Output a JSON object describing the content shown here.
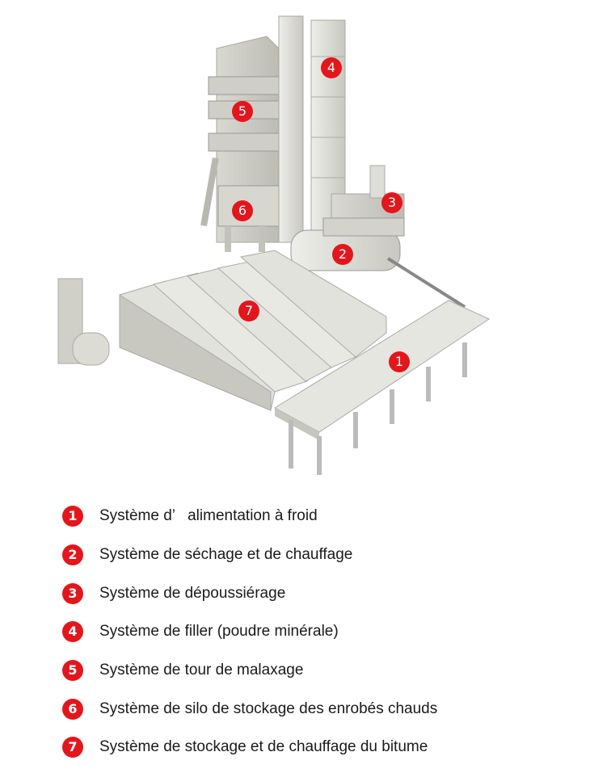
{
  "diagram": {
    "subject": "Asphalt mixing plant",
    "accent_color": "#e3161c",
    "markers": [
      {
        "number": "1",
        "target": "cold-feed-bins"
      },
      {
        "number": "2",
        "target": "drying-drum"
      },
      {
        "number": "3",
        "target": "dust-collector"
      },
      {
        "number": "4",
        "target": "filler-silo"
      },
      {
        "number": "5",
        "target": "mixing-tower"
      },
      {
        "number": "6",
        "target": "hot-mix-storage-silo"
      },
      {
        "number": "7",
        "target": "bitumen-tanks"
      }
    ]
  },
  "legend": {
    "items": [
      {
        "number": "1",
        "label": "Système d’   alimentation à froid"
      },
      {
        "number": "2",
        "label": "Système de séchage et de chauffage"
      },
      {
        "number": "3",
        "label": "Système de dépoussiérage"
      },
      {
        "number": "4",
        "label": "Système de filler (poudre minérale)"
      },
      {
        "number": "5",
        "label": "Système de tour de malaxage"
      },
      {
        "number": "6",
        "label": "Système de silo de stockage des enrobés chauds"
      },
      {
        "number": "7",
        "label": "Système de stockage et de chauffage du bitume"
      }
    ]
  }
}
